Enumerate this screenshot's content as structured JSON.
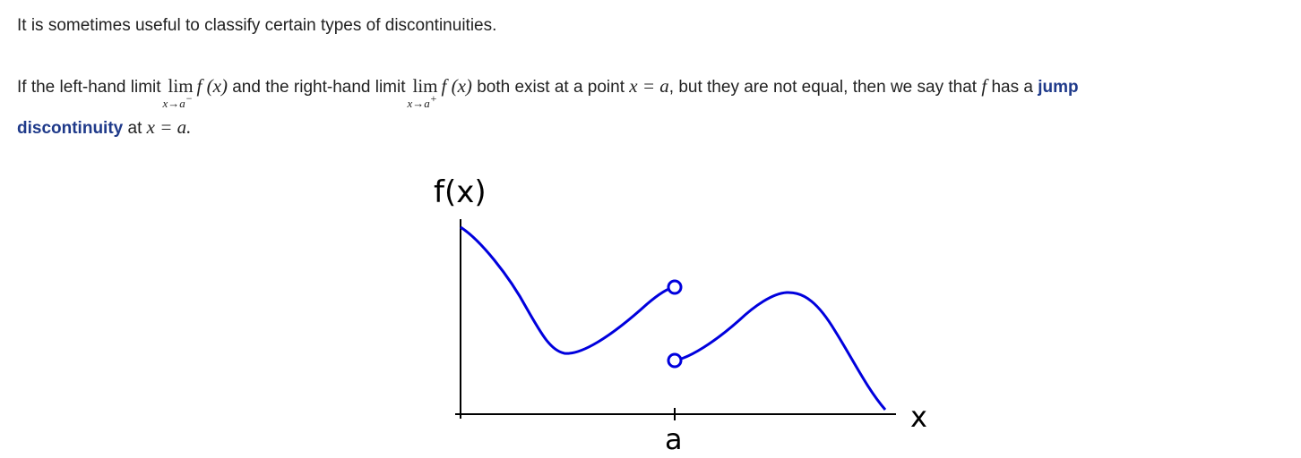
{
  "paragraphs": {
    "p1": "It is sometimes useful to classify certain types of discontinuities.",
    "p2_a": "If the left-hand limit",
    "p2_b": "and the right-hand limit",
    "p2_c": "both exist at a point",
    "p2_d": ", but they are not equal, then we say that",
    "p2_e": "has a",
    "p2_term1": "jump",
    "p3_term2": "discontinuity",
    "p3_a": "at"
  },
  "math": {
    "lim": "lim",
    "left_sub": "x→a",
    "left_sup": "−",
    "right_sub": "x→a",
    "right_sup": "+",
    "fx": "f (x)",
    "x_eq_a": "x = a",
    "f": "f",
    "x_eq_a_period": "x = a."
  },
  "graph": {
    "y_label": "f(x)",
    "x_label": "x",
    "a_label": "a",
    "curve_color": "#0000dd",
    "axis_color": "#000000"
  }
}
